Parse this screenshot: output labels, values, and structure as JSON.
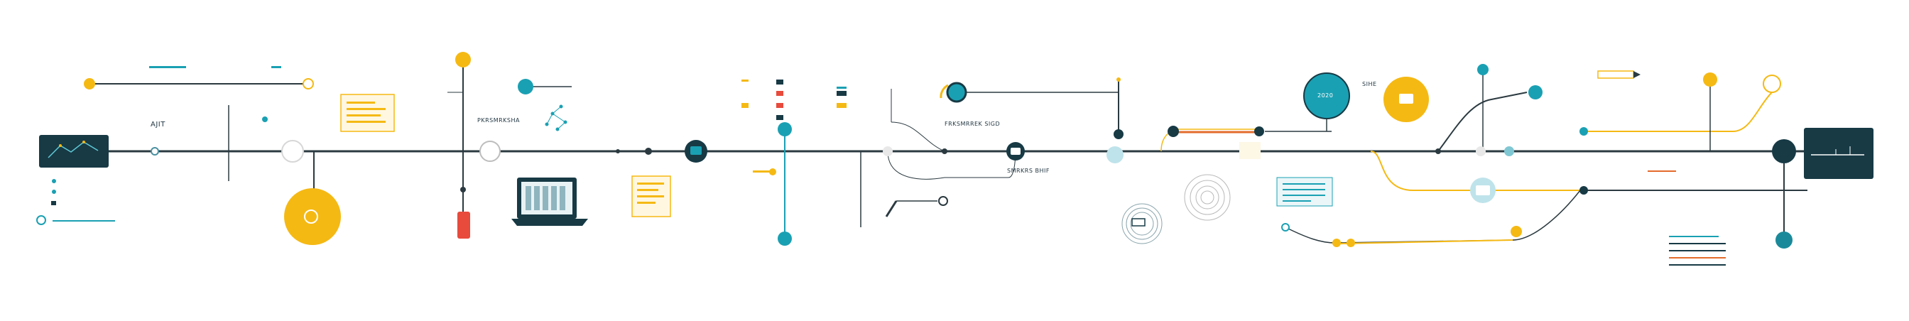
{
  "labels": {
    "ajit": "AJIT",
    "center_caption": "FRKSMRREK SIGD",
    "left_mid_caption": "PKRSMRKSHA",
    "net_box": "2020",
    "right_top_word": "SIHE",
    "right_caption": "SMRKRS BHIF"
  },
  "colors": {
    "dark": "#173a45",
    "teal": "#1aa0b3",
    "yellow": "#f5b914",
    "red": "#e84a3c",
    "orange": "#e46b2c",
    "line": "#2b3a40",
    "light_teal": "#bfe3ea"
  },
  "icons": [
    "chart-screen-icon",
    "laptop-icon",
    "folder-icon",
    "computer-icon",
    "bell-icon",
    "pencil-icon",
    "document-icon",
    "network-icon"
  ]
}
